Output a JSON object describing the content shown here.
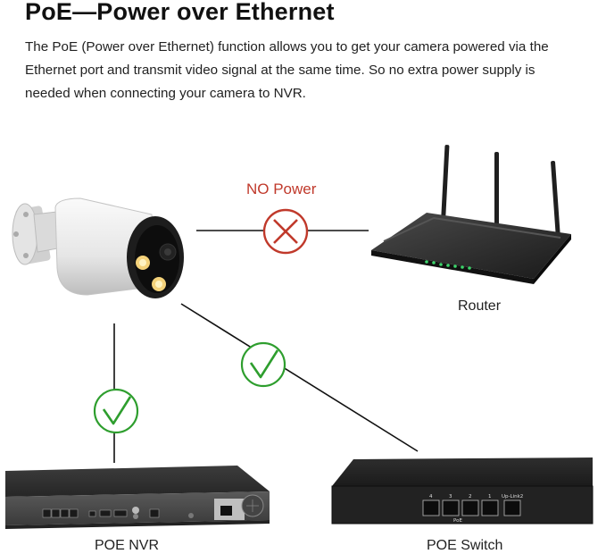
{
  "header": {
    "title": "PoE—Power over Ethernet",
    "description_lines": [
      "The PoE (Power over Ethernet) function allows you to get your camera powered via the",
      "Ethernet port and transmit video signal at the same time. So no extra power supply is",
      "needed when connecting your camera to NVR."
    ]
  },
  "labels": {
    "no_power": "NO Power",
    "router": "Router",
    "nvr": "POE NVR",
    "switch": "POE Switch"
  },
  "switch_ports": {
    "port_numbers": [
      "4",
      "3",
      "2",
      "1"
    ],
    "uplink": "Up-Link2",
    "poe_mark": "PoE"
  },
  "colors": {
    "cross": "#c0392b",
    "check": "#2e9e2e",
    "line": "#111111",
    "device_dark": "#2a2a2a"
  },
  "connections": [
    {
      "from": "camera",
      "to": "router",
      "status": "cross-icon"
    },
    {
      "from": "camera",
      "to": "nvr",
      "status": "check-icon"
    },
    {
      "from": "camera",
      "to": "switch",
      "status": "check-icon"
    }
  ]
}
